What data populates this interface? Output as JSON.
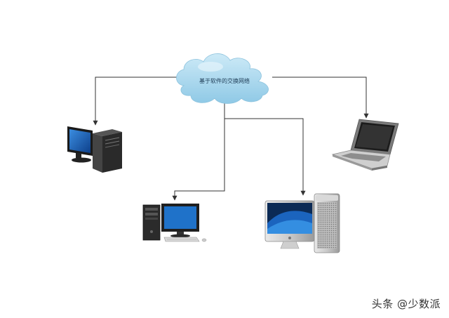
{
  "diagram": {
    "cloud": {
      "label": "基于软件的交换网络"
    },
    "nodes": [
      {
        "id": "desktop-tower-left",
        "icon": "desktop-tower-icon"
      },
      {
        "id": "laptop-right",
        "icon": "laptop-icon"
      },
      {
        "id": "desktop-bottom-center",
        "icon": "desktop-pc-icon"
      },
      {
        "id": "imac-workstation",
        "icon": "imac-macpro-icon"
      }
    ],
    "colors": {
      "cloud_fill": "#a9d8ee",
      "line": "#333333",
      "screen_blue": "#1a63b8"
    }
  },
  "watermark": {
    "text": "头条 @少数派"
  }
}
